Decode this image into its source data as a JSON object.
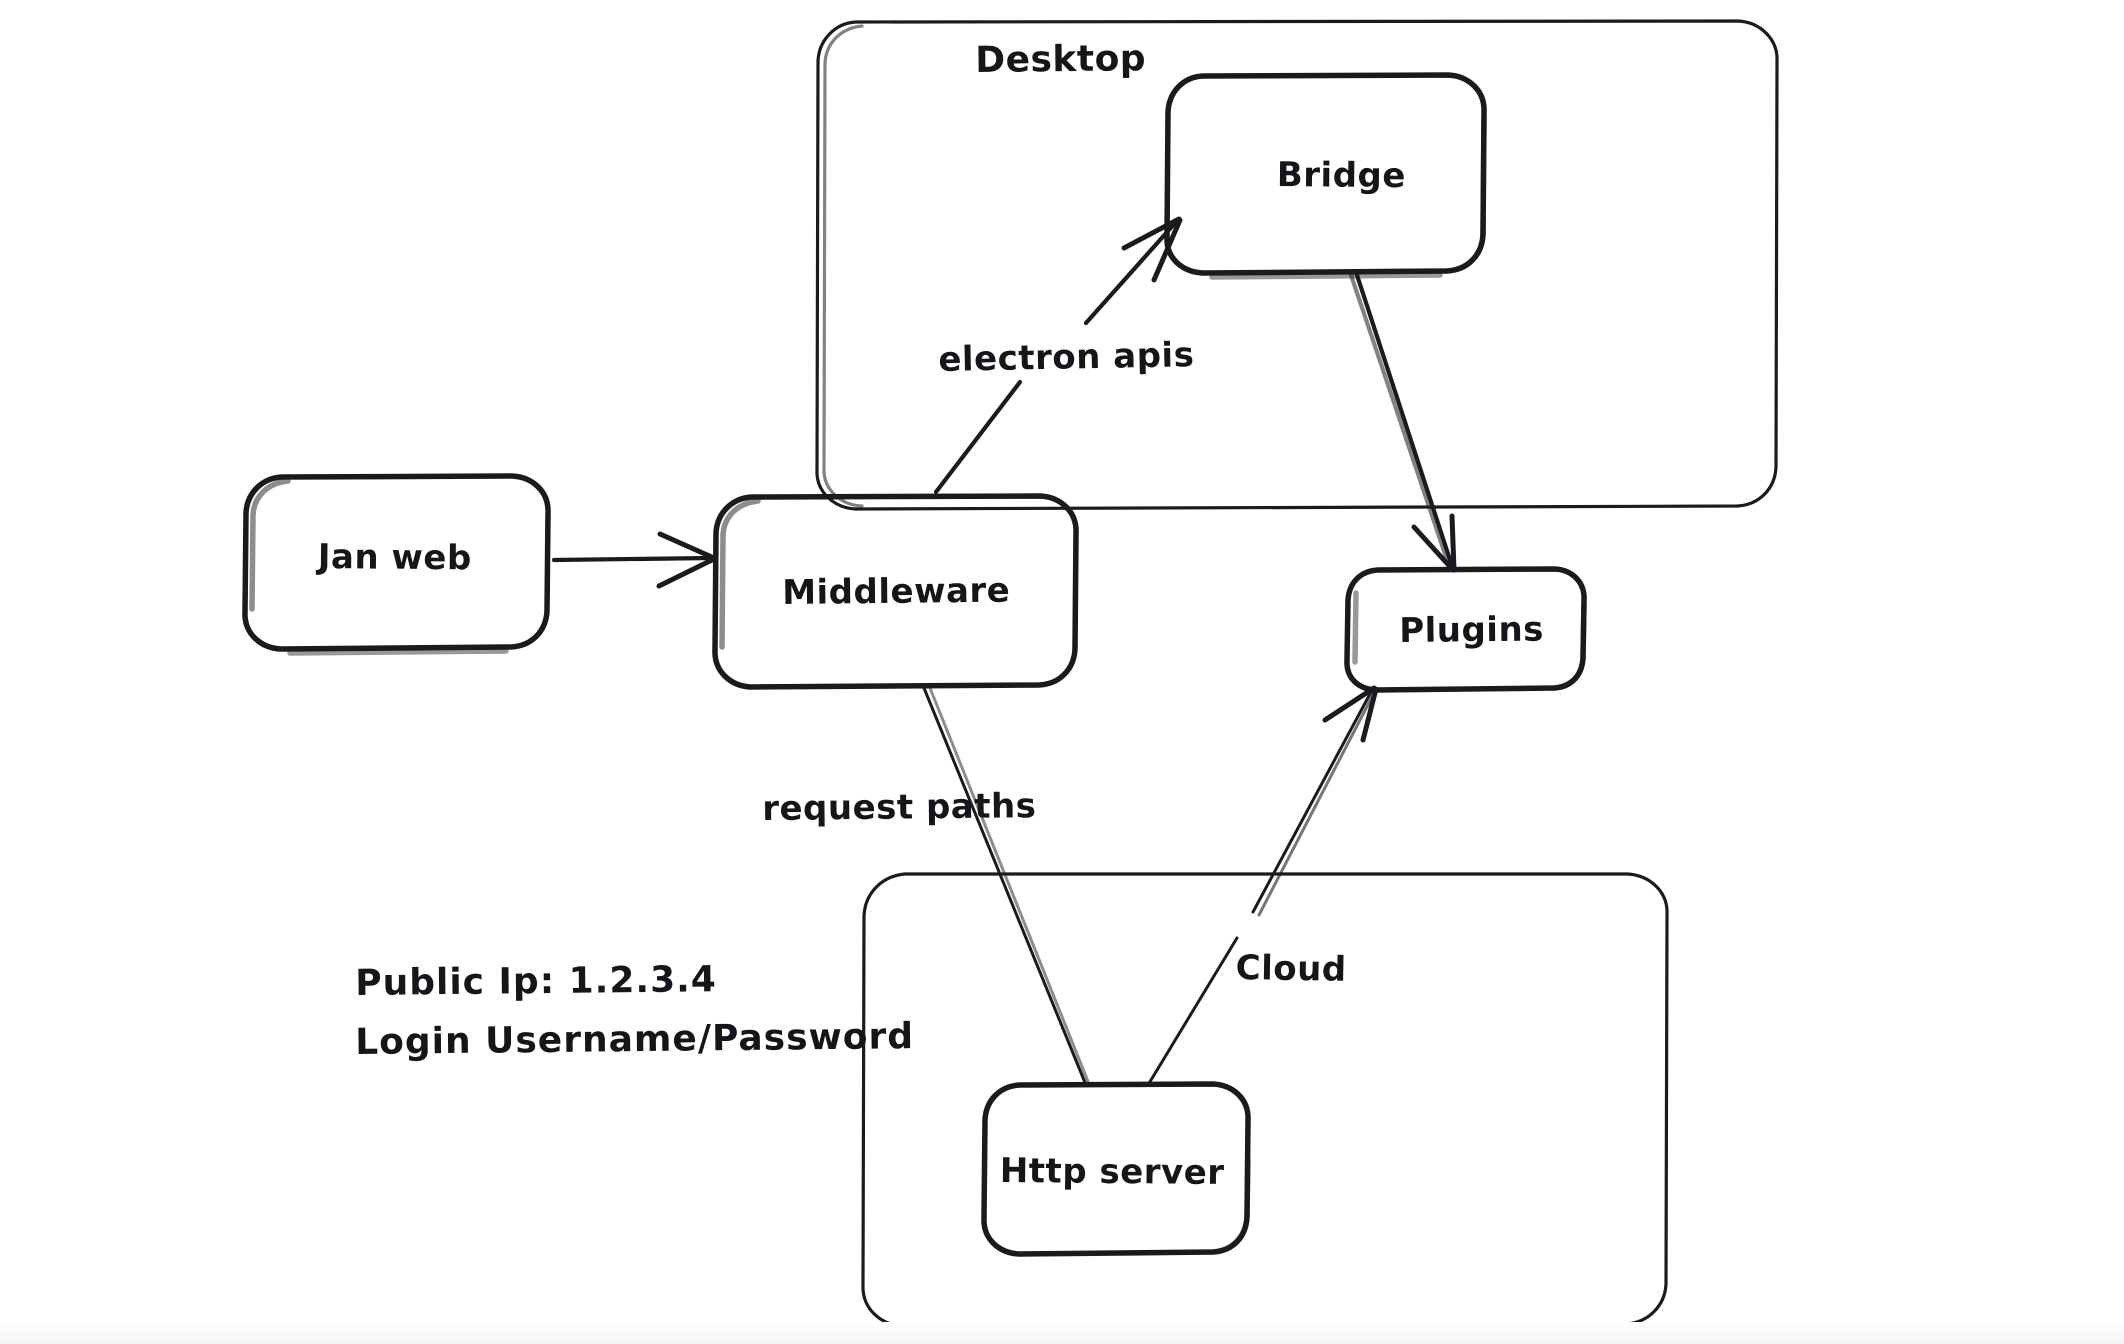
{
  "diagram": {
    "title": "Jan architecture sketch",
    "style": "hand-drawn",
    "background_color": "#ffffff",
    "stroke_color": "#1b1b1f"
  },
  "groups": [
    {
      "id": "desktop",
      "label": "Desktop"
    },
    {
      "id": "cloud_group",
      "label": ""
    }
  ],
  "nodes": [
    {
      "id": "jan_web",
      "label": "Jan web"
    },
    {
      "id": "middleware",
      "label": "Middleware"
    },
    {
      "id": "bridge",
      "label": "Bridge"
    },
    {
      "id": "plugins",
      "label": "Plugins"
    },
    {
      "id": "http_server",
      "label": "Http server"
    }
  ],
  "edges": [
    {
      "id": "e1",
      "from": "jan_web",
      "to": "middleware",
      "label": ""
    },
    {
      "id": "e2",
      "from": "middleware",
      "to": "bridge",
      "label": "electron apis"
    },
    {
      "id": "e3",
      "from": "bridge",
      "to": "plugins",
      "label": ""
    },
    {
      "id": "e4",
      "from": "middleware",
      "to": "http_server",
      "label": "request paths"
    },
    {
      "id": "e5",
      "from": "http_server",
      "to": "plugins",
      "label": "Cloud"
    }
  ],
  "notes": {
    "line1": "Public Ip: 1.2.3.4",
    "line2": "Login Username/Password"
  }
}
